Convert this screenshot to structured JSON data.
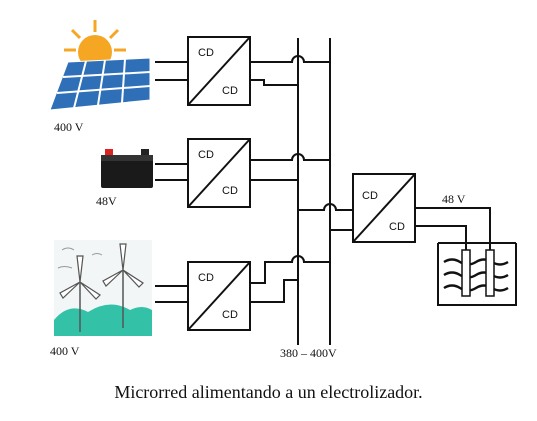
{
  "sources": [
    {
      "id": "solar",
      "voltage": "400 V",
      "icon": "solar-panel-icon"
    },
    {
      "id": "battery",
      "voltage": "48V",
      "icon": "battery-icon"
    },
    {
      "id": "wind",
      "voltage": "400 V",
      "icon": "wind-turbine-icon"
    }
  ],
  "converter_label": "CD",
  "bus_voltage": "380 – 400V",
  "output_voltage": "48 V",
  "load_icon": "electrolyzer-icon",
  "caption": "Microrred alimentando a un electrolizador.",
  "colors": {
    "line": "#111111",
    "sun": "#f5a623",
    "panel": "#2f6fb8",
    "grass": "#33c2a8"
  }
}
